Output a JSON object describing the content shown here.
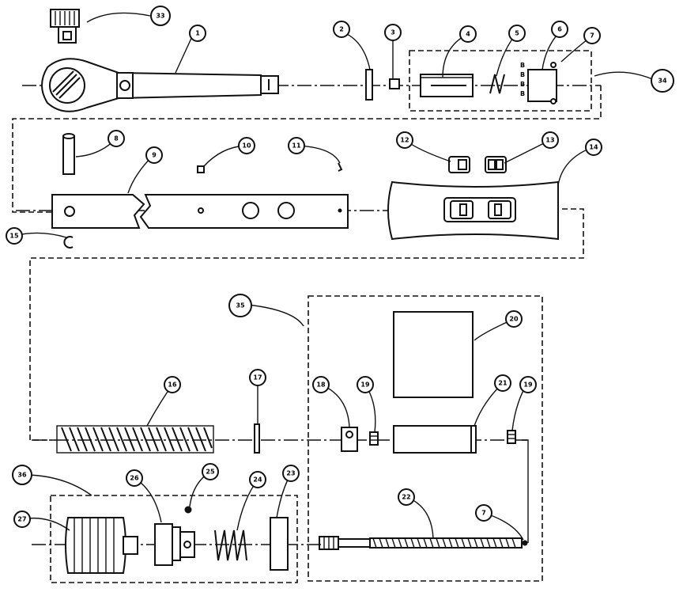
{
  "diagram": {
    "callouts": [
      {
        "key": "c1",
        "label": "1"
      },
      {
        "key": "c2",
        "label": "2"
      },
      {
        "key": "c3",
        "label": "3"
      },
      {
        "key": "c4",
        "label": "4"
      },
      {
        "key": "c5",
        "label": "5"
      },
      {
        "key": "c6",
        "label": "6"
      },
      {
        "key": "c7a",
        "label": "7"
      },
      {
        "key": "c7b",
        "label": "7"
      },
      {
        "key": "c8",
        "label": "8"
      },
      {
        "key": "c9",
        "label": "9"
      },
      {
        "key": "c10",
        "label": "10"
      },
      {
        "key": "c11",
        "label": "11"
      },
      {
        "key": "c12",
        "label": "12"
      },
      {
        "key": "c13",
        "label": "13"
      },
      {
        "key": "c14",
        "label": "14"
      },
      {
        "key": "c15",
        "label": "15"
      },
      {
        "key": "c16",
        "label": "16"
      },
      {
        "key": "c17",
        "label": "17"
      },
      {
        "key": "c18",
        "label": "18"
      },
      {
        "key": "c19a",
        "label": "19"
      },
      {
        "key": "c19b",
        "label": "19"
      },
      {
        "key": "c20",
        "label": "20"
      },
      {
        "key": "c21",
        "label": "21"
      },
      {
        "key": "c22",
        "label": "22"
      },
      {
        "key": "c23",
        "label": "23"
      },
      {
        "key": "c24",
        "label": "24"
      },
      {
        "key": "c25",
        "label": "25"
      },
      {
        "key": "c26",
        "label": "26"
      },
      {
        "key": "c27",
        "label": "27"
      },
      {
        "key": "c33",
        "label": "33"
      },
      {
        "key": "c34",
        "label": "34"
      },
      {
        "key": "c35",
        "label": "35"
      },
      {
        "key": "c36",
        "label": "36"
      }
    ]
  }
}
